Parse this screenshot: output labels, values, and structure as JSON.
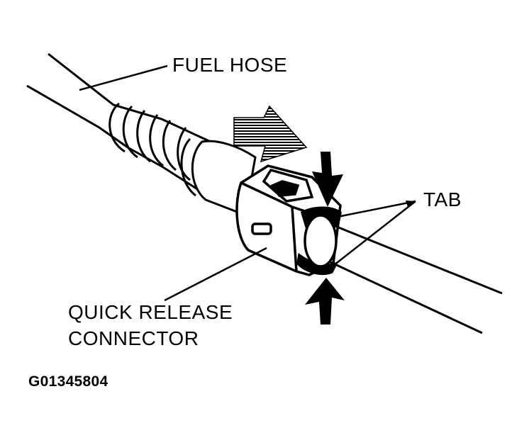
{
  "figure_code": "G01345804",
  "labels": {
    "fuel_hose": "FUEL HOSE",
    "tab": "TAB",
    "quick_release_line1": "QUICK RELEASE",
    "quick_release_line2": "CONNECTOR"
  },
  "colors": {
    "ink": "#000000",
    "paper": "#ffffff"
  }
}
